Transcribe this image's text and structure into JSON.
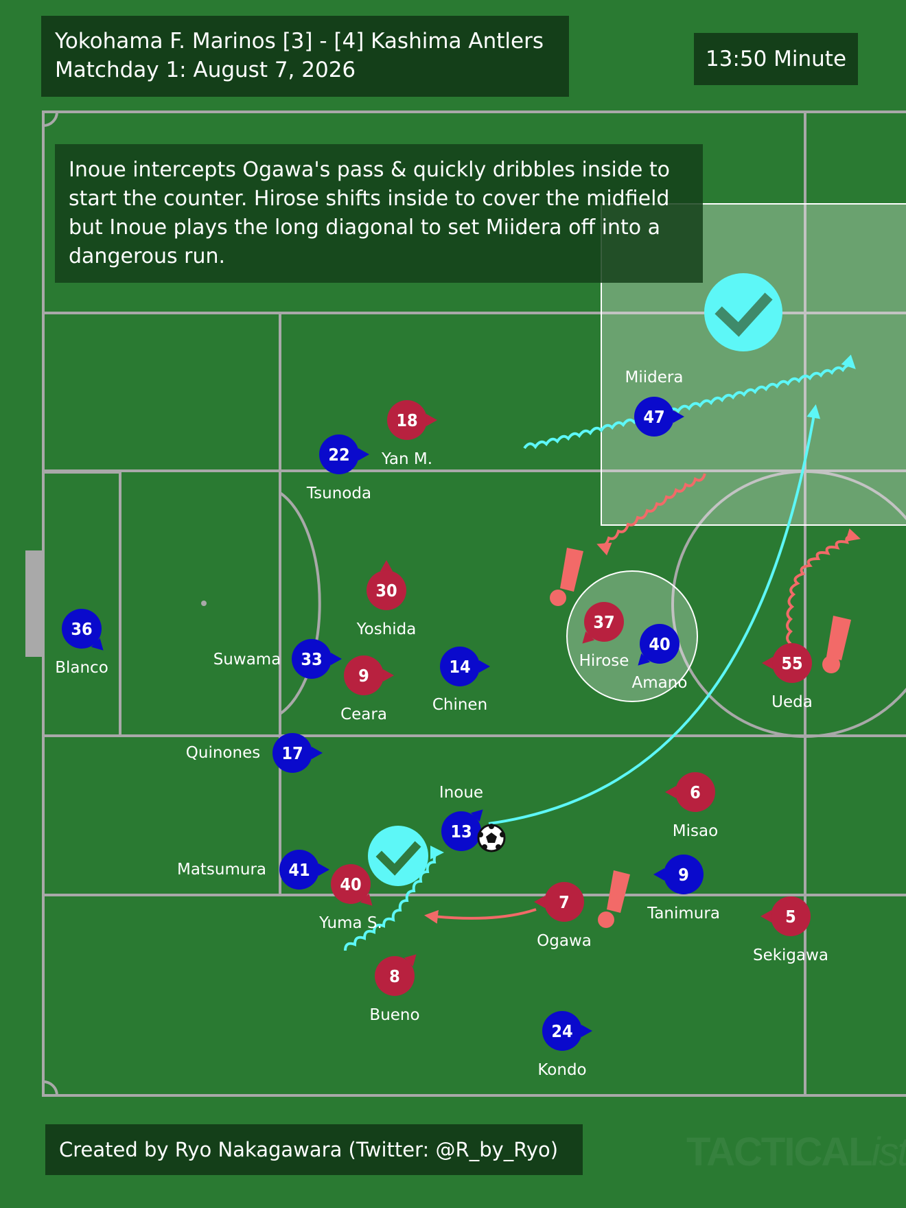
{
  "header": {
    "line1": "Yokohama F. Marinos [3] - [4] Kashima Antlers",
    "line2": "Matchday 1: August 7, 2026"
  },
  "minute": "13:50 Minute",
  "note": "Inoue intercepts Ogawa's pass & quickly dribbles inside to start the counter. Hirose shifts inside to cover the midfield but Inoue plays the long diagonal to set Miidera off into a dangerous run.",
  "footer": "Created by Ryo Nakagawara (Twitter: @R_by_Ryo)",
  "watermark": {
    "main": "TACTICAL",
    "italic": "ista"
  },
  "colors": {
    "pitch": "#2a7a32",
    "panel": "#143f19",
    "lines": "#a9a9a9",
    "blue_team": "#0a0acc",
    "red_team": "#b8213f",
    "cyan_arrow": "#5df7f7",
    "red_arrow": "#f26a68",
    "highlight": "#ffffff"
  },
  "players": {
    "blue": [
      {
        "number": "36",
        "name": "Blanco"
      },
      {
        "number": "33",
        "name": "Suwama"
      },
      {
        "number": "22",
        "name": "Tsunoda"
      },
      {
        "number": "17",
        "name": "Quinones"
      },
      {
        "number": "41",
        "name": "Matsumura"
      },
      {
        "number": "14",
        "name": "Chinen"
      },
      {
        "number": "13",
        "name": "Inoue"
      },
      {
        "number": "47",
        "name": "Miidera"
      },
      {
        "number": "40",
        "name": "Amano"
      },
      {
        "number": "9",
        "name": "Tanimura"
      },
      {
        "number": "24",
        "name": "Kondo"
      }
    ],
    "red": [
      {
        "number": "18",
        "name": "Yan M."
      },
      {
        "number": "30",
        "name": "Yoshida"
      },
      {
        "number": "9",
        "name": "Ceara"
      },
      {
        "number": "37",
        "name": "Hirose"
      },
      {
        "number": "55",
        "name": "Ueda"
      },
      {
        "number": "6",
        "name": "Misao"
      },
      {
        "number": "7",
        "name": "Ogawa"
      },
      {
        "number": "5",
        "name": "Sekigawa"
      },
      {
        "number": "40",
        "name": "Yuma S."
      },
      {
        "number": "8",
        "name": "Bueno"
      }
    ]
  },
  "icons": [
    "check-icon",
    "exclamation-icon",
    "soccer-ball-icon"
  ]
}
